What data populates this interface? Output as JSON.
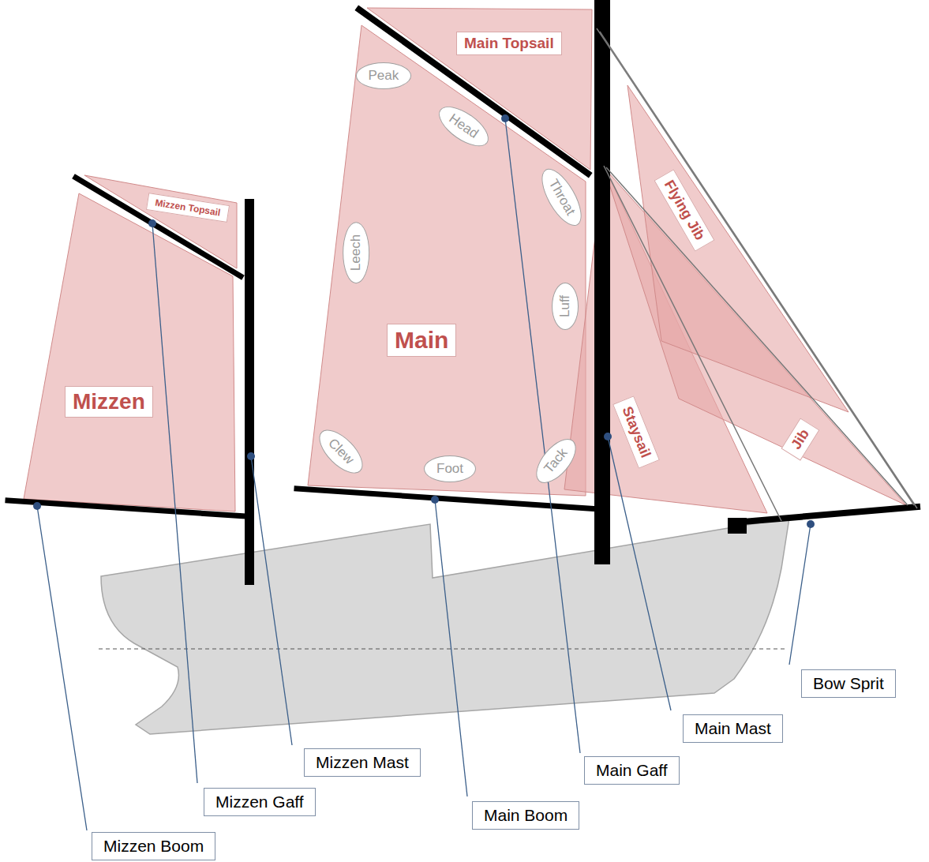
{
  "diagram": {
    "nodes": [
      {
        "text": [
          "Main Topsail"
        ]
      },
      {
        "text": [
          "Peak"
        ]
      },
      {
        "text": [
          "Head"
        ]
      },
      {
        "text": [
          "Mizzen Topsail"
        ]
      },
      {
        "text": [
          "Throat"
        ]
      },
      {
        "text": [
          "Flying Jib"
        ]
      },
      {
        "text": [
          "Leech"
        ]
      },
      {
        "text": [
          "Luff"
        ]
      },
      {
        "text": [
          "Main"
        ]
      },
      {
        "text": [
          "Mizzen"
        ]
      },
      {
        "text": [
          "Staysail"
        ]
      },
      {
        "text": [
          "Jib"
        ]
      },
      {
        "text": [
          "Clew"
        ]
      },
      {
        "text": [
          "Foot"
        ]
      },
      {
        "text": [
          "Tack"
        ]
      },
      {
        "text": [
          "Bow Sprit"
        ]
      },
      {
        "text": [
          "Main Mast"
        ]
      },
      {
        "text": [
          "Mizzen Mast"
        ]
      },
      {
        "text": [
          "Main Gaff"
        ]
      },
      {
        "text": [
          "Mizzen Gaff"
        ]
      },
      {
        "text": [
          "Main Boom"
        ]
      },
      {
        "text": [
          "Mizzen Boom"
        ]
      }
    ]
  }
}
